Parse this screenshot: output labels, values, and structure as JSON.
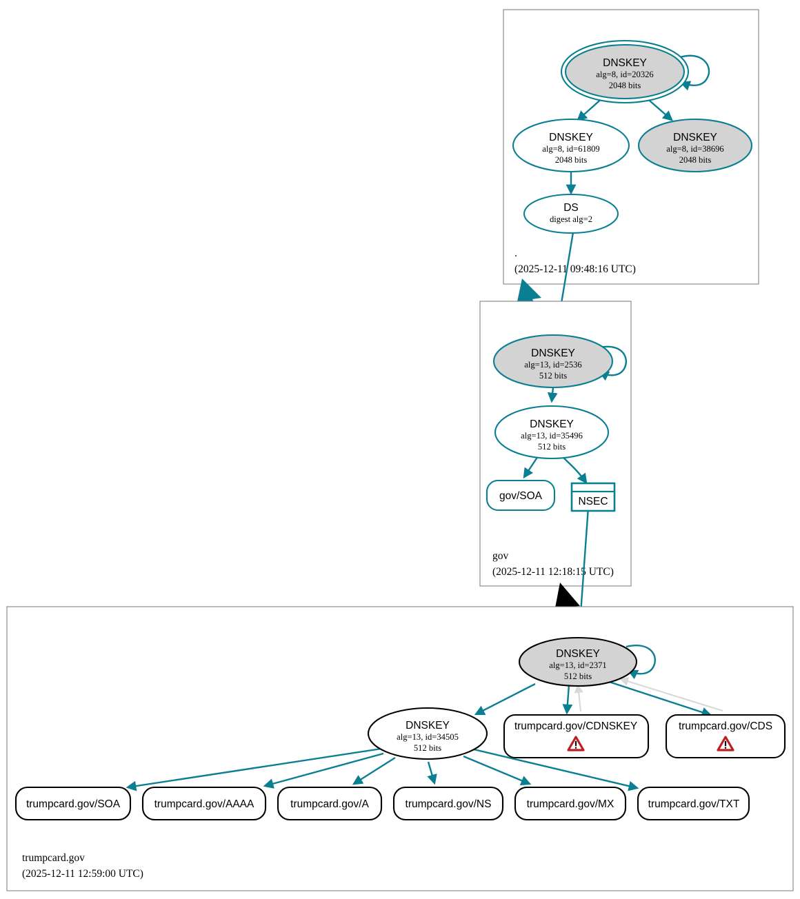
{
  "diagram": {
    "title": "DNSSEC Authentication Chain",
    "colors": {
      "secure": "#0a7f92",
      "insecure": "#000000",
      "unknown": "#d9d9d9",
      "key_fill": "#d3d3d3",
      "zone_border": "#808080",
      "warning": "#cc2222"
    }
  },
  "zones": [
    {
      "id": "root",
      "name": ".",
      "timestamp": "(2025-12-11 09:48:16 UTC)",
      "nodes": [
        {
          "id": "root-ksk",
          "type": "DNSKEY",
          "title": "DNSKEY",
          "line2": "alg=8, id=20326",
          "line3": "2048 bits",
          "alg": "8",
          "key_id": "20326",
          "bits": "2048",
          "trust_anchor": true,
          "fill": "gray",
          "border": "secure"
        },
        {
          "id": "root-zsk",
          "type": "DNSKEY",
          "title": "DNSKEY",
          "line2": "alg=8, id=61809",
          "line3": "2048 bits",
          "alg": "8",
          "key_id": "61809",
          "bits": "2048",
          "trust_anchor": false,
          "fill": "white",
          "border": "secure"
        },
        {
          "id": "root-key3",
          "type": "DNSKEY",
          "title": "DNSKEY",
          "line2": "alg=8, id=38696",
          "line3": "2048 bits",
          "alg": "8",
          "key_id": "38696",
          "bits": "2048",
          "trust_anchor": false,
          "fill": "gray",
          "border": "secure"
        },
        {
          "id": "root-ds",
          "type": "DS",
          "title": "DS",
          "line2": "digest alg=2",
          "line3": "",
          "fill": "white",
          "border": "secure"
        }
      ]
    },
    {
      "id": "gov",
      "name": "gov",
      "timestamp": "(2025-12-11 12:18:15 UTC)",
      "nodes": [
        {
          "id": "gov-ksk",
          "type": "DNSKEY",
          "title": "DNSKEY",
          "line2": "alg=13, id=2536",
          "line3": "512 bits",
          "alg": "13",
          "key_id": "2536",
          "bits": "512",
          "trust_anchor": false,
          "fill": "gray",
          "border": "secure"
        },
        {
          "id": "gov-zsk",
          "type": "DNSKEY",
          "title": "DNSKEY",
          "line2": "alg=13, id=35496",
          "line3": "512 bits",
          "alg": "13",
          "key_id": "35496",
          "bits": "512",
          "trust_anchor": false,
          "fill": "white",
          "border": "secure"
        },
        {
          "id": "gov-soa",
          "type": "RRSET",
          "title": "gov/SOA",
          "border": "secure"
        },
        {
          "id": "gov-nsec",
          "type": "NSEC",
          "title": "NSEC",
          "border": "secure"
        }
      ]
    },
    {
      "id": "trumpcard",
      "name": "trumpcard.gov",
      "timestamp": "(2025-12-11 12:59:00 UTC)",
      "nodes": [
        {
          "id": "tc-ksk",
          "type": "DNSKEY",
          "title": "DNSKEY",
          "line2": "alg=13, id=2371",
          "line3": "512 bits",
          "alg": "13",
          "key_id": "2371",
          "bits": "512",
          "trust_anchor": false,
          "fill": "gray",
          "border": "plain"
        },
        {
          "id": "tc-zsk",
          "type": "DNSKEY",
          "title": "DNSKEY",
          "line2": "alg=13, id=34505",
          "line3": "512 bits",
          "alg": "13",
          "key_id": "34505",
          "bits": "512",
          "trust_anchor": false,
          "fill": "white",
          "border": "plain"
        },
        {
          "id": "tc-cdnskey",
          "type": "RRSET",
          "title": "trumpcard.gov/CDNSKEY",
          "warning": true,
          "border": "plain"
        },
        {
          "id": "tc-cds",
          "type": "RRSET",
          "title": "trumpcard.gov/CDS",
          "warning": true,
          "border": "plain"
        },
        {
          "id": "tc-soa",
          "type": "RRSET",
          "title": "trumpcard.gov/SOA",
          "warning": false,
          "border": "plain"
        },
        {
          "id": "tc-aaaa",
          "type": "RRSET",
          "title": "trumpcard.gov/AAAA",
          "warning": false,
          "border": "plain"
        },
        {
          "id": "tc-a",
          "type": "RRSET",
          "title": "trumpcard.gov/A",
          "warning": false,
          "border": "plain"
        },
        {
          "id": "tc-ns",
          "type": "RRSET",
          "title": "trumpcard.gov/NS",
          "warning": false,
          "border": "plain"
        },
        {
          "id": "tc-mx",
          "type": "RRSET",
          "title": "trumpcard.gov/MX",
          "warning": false,
          "border": "plain"
        },
        {
          "id": "tc-txt",
          "type": "RRSET",
          "title": "trumpcard.gov/TXT",
          "warning": false,
          "border": "plain"
        }
      ]
    }
  ]
}
